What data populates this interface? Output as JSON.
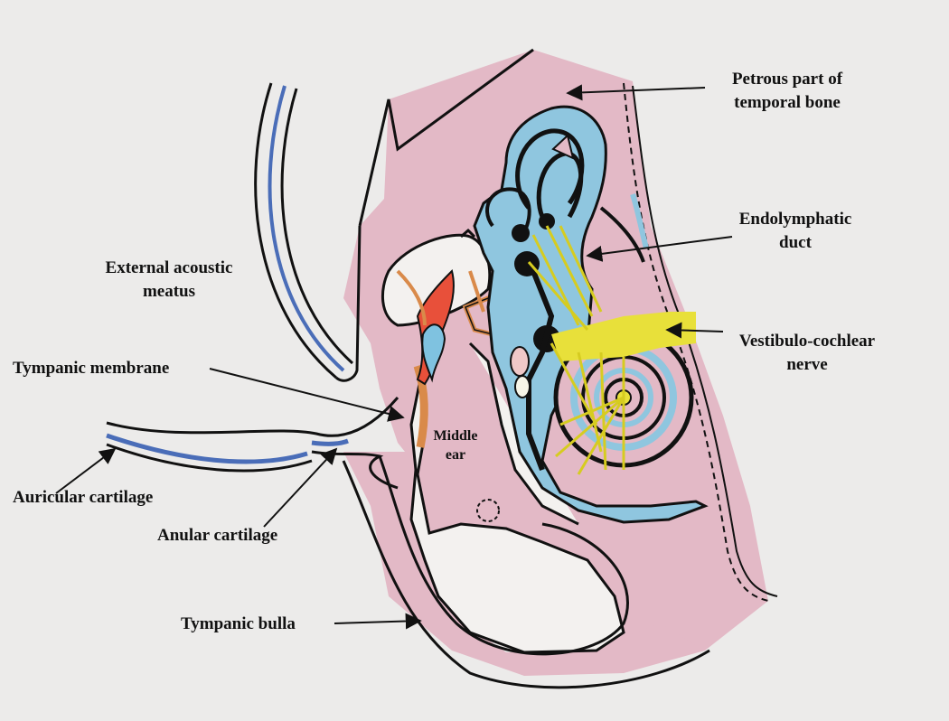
{
  "diagram": {
    "labels": {
      "petrous_line1": "Petrous part of",
      "petrous_line2": "temporal bone",
      "endolymphatic_line1": "Endolymphatic",
      "endolymphatic_line2": "duct",
      "external_line1": "External acoustic",
      "external_line2": "meatus",
      "tympanic_membrane": "Tympanic membrane",
      "vestibulo_line1": "Vestibulo-cochlear",
      "vestibulo_line2": "nerve",
      "middle_ear_line1": "Middle",
      "middle_ear_line2": "ear",
      "auricular_cartilage": "Auricular cartilage",
      "anular_cartilage": "Anular cartilage",
      "tympanic_bulla": "Tympanic bulla"
    },
    "colors": {
      "paper": "#ecebea",
      "bone_pink": "#e3b9c6",
      "labyrinth_blue": "#8fc6df",
      "nerve_yellow": "#e8e03a",
      "cartilage_blue": "#4a6db8",
      "ossicle_red": "#e8503a",
      "ossicle_orange": "#d98a4a",
      "outline": "#111111"
    }
  }
}
